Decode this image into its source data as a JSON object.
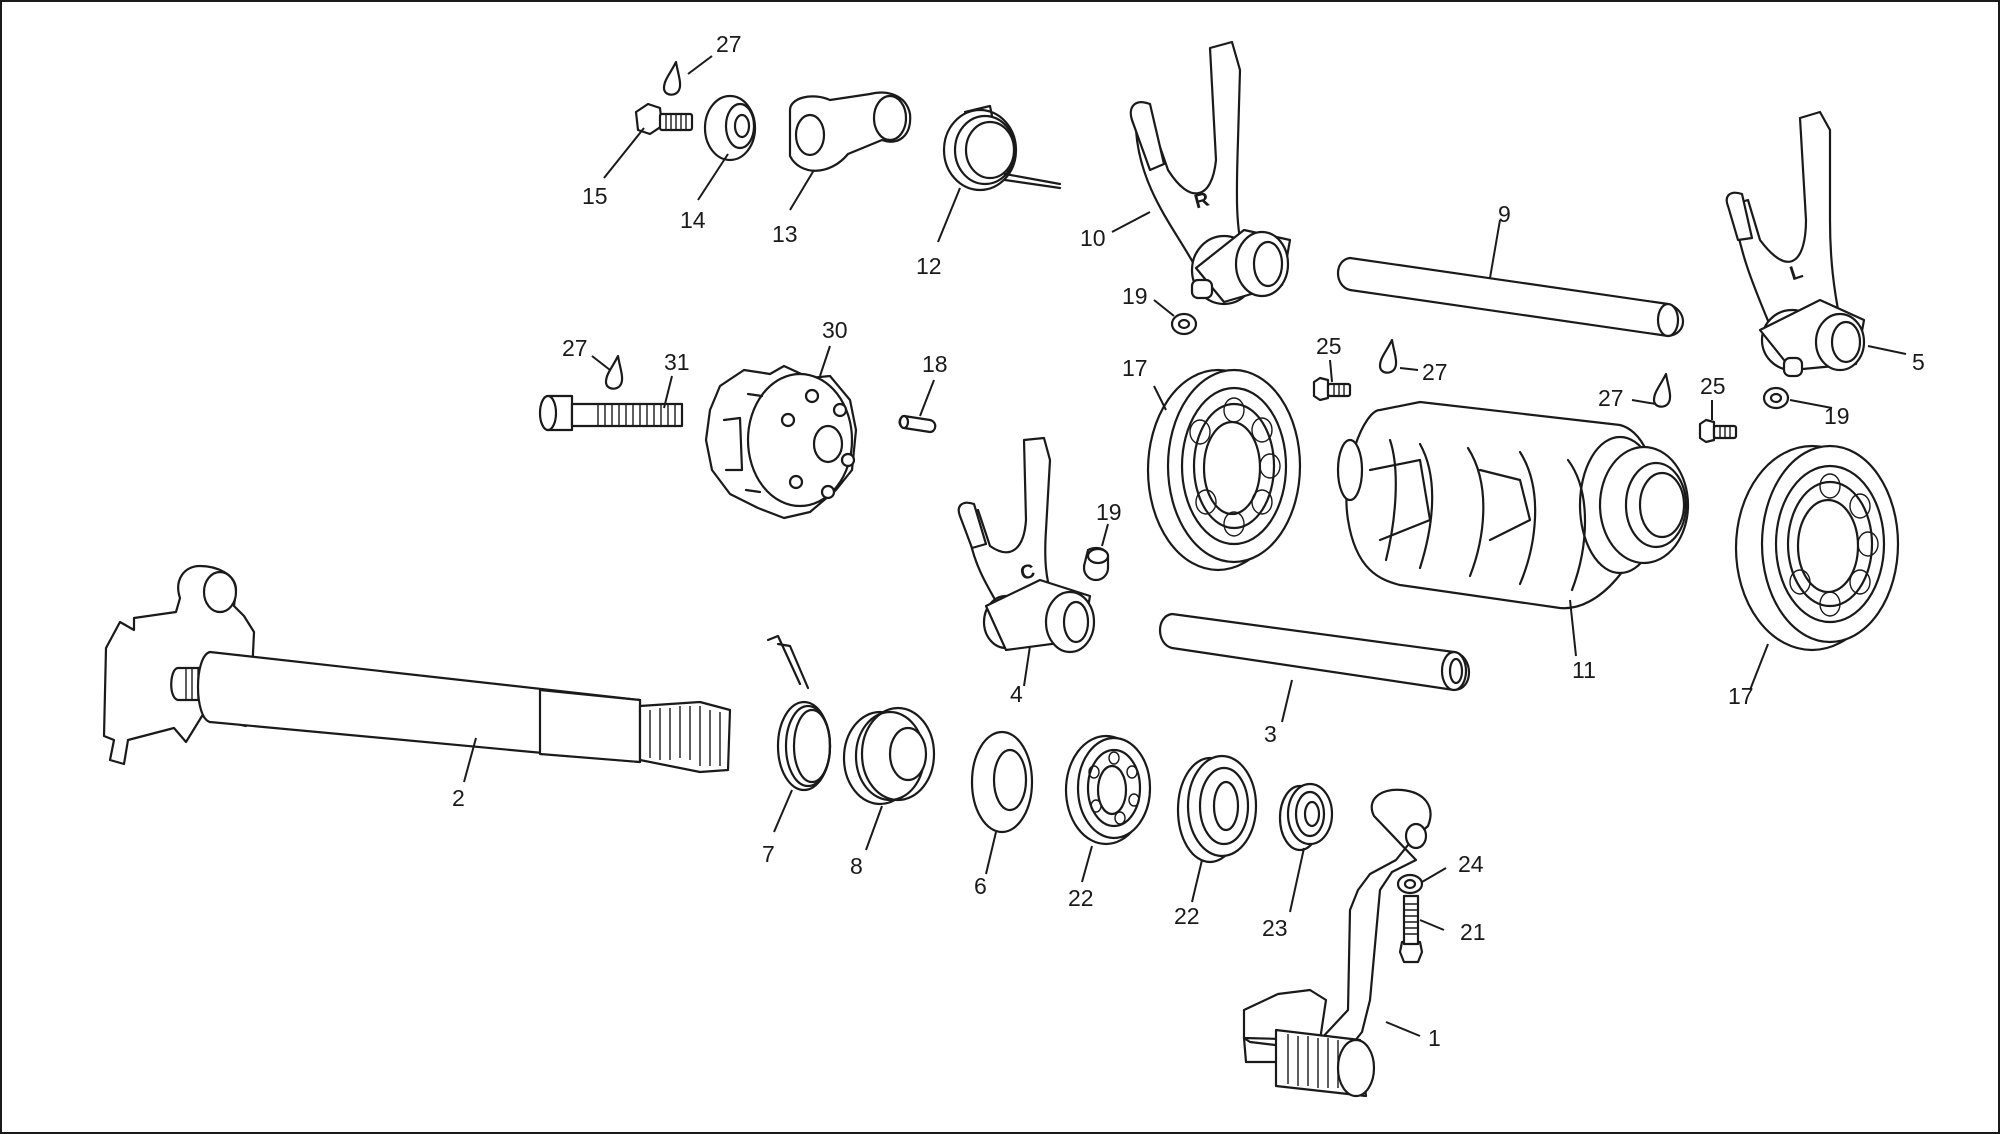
{
  "diagram": {
    "fork_letters": {
      "r": "R",
      "l": "L",
      "c": "C"
    },
    "callouts": [
      {
        "id": "c27a",
        "text": "27"
      },
      {
        "id": "c15",
        "text": "15"
      },
      {
        "id": "c14",
        "text": "14"
      },
      {
        "id": "c13",
        "text": "13"
      },
      {
        "id": "c12",
        "text": "12"
      },
      {
        "id": "c10",
        "text": "10"
      },
      {
        "id": "c19a",
        "text": "19"
      },
      {
        "id": "c9",
        "text": "9"
      },
      {
        "id": "c5",
        "text": "5"
      },
      {
        "id": "c19b",
        "text": "19"
      },
      {
        "id": "c25a",
        "text": "25"
      },
      {
        "id": "c27b",
        "text": "27"
      },
      {
        "id": "c27c",
        "text": "27"
      },
      {
        "id": "c25b",
        "text": "25"
      },
      {
        "id": "c17a",
        "text": "17"
      },
      {
        "id": "c27d",
        "text": "27"
      },
      {
        "id": "c31",
        "text": "31"
      },
      {
        "id": "c30",
        "text": "30"
      },
      {
        "id": "c18",
        "text": "18"
      },
      {
        "id": "c19c",
        "text": "19"
      },
      {
        "id": "c4",
        "text": "4"
      },
      {
        "id": "c11",
        "text": "11"
      },
      {
        "id": "c17b",
        "text": "17"
      },
      {
        "id": "c3",
        "text": "3"
      },
      {
        "id": "c2",
        "text": "2"
      },
      {
        "id": "c7",
        "text": "7"
      },
      {
        "id": "c8",
        "text": "8"
      },
      {
        "id": "c6",
        "text": "6"
      },
      {
        "id": "c22a",
        "text": "22"
      },
      {
        "id": "c22b",
        "text": "22"
      },
      {
        "id": "c23",
        "text": "23"
      },
      {
        "id": "c24",
        "text": "24"
      },
      {
        "id": "c21",
        "text": "21"
      },
      {
        "id": "c1",
        "text": "1"
      }
    ]
  }
}
